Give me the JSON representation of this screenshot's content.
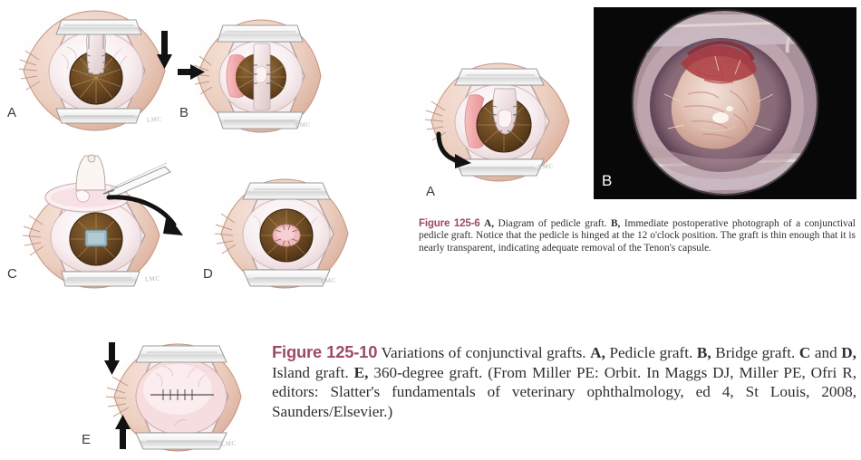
{
  "page": {
    "background": "#ffffff",
    "figure_label_color": "#9d4b62",
    "body_text_color": "#2f2f2f"
  },
  "figures": [
    {
      "id": "figure-125-6",
      "label": "Figure 125-6",
      "caption_runs": [
        {
          "text": "A,",
          "bold": true
        },
        {
          "text": " Diagram of pedicle graft. ",
          "bold": false
        },
        {
          "text": "B,",
          "bold": true
        },
        {
          "text": " Immediate postoperative photograph of a conjunctival pedicle graft. Notice that the pedicle is hinged at the 12 o'clock position. The graft is thin enough that it is nearly transparent, indicating adequate removal of the Tenon's capsule.",
          "bold": false
        }
      ],
      "caption_plain": "A, Diagram of pedicle graft. B, Immediate postoperative photograph of a conjunctival pedicle graft. Notice that the pedicle is hinged at the 12 o'clock position. The graft is thin enough that it is nearly transparent, indicating adequate removal of the Tenon's capsule.",
      "panels": [
        {
          "letter": "A",
          "kind": "illustration",
          "description": "pedicle graft diagram with eyelid speculum, brown iris, pale graft strip and curved arrow"
        },
        {
          "letter": "B",
          "kind": "photograph",
          "description": "intraoperative photograph of conjunctival pedicle graft on canine eye"
        }
      ]
    },
    {
      "id": "figure-125-10",
      "label": "Figure 125-10",
      "caption_runs": [
        {
          "text": " Variations of conjunctival grafts. ",
          "bold": false
        },
        {
          "text": "A,",
          "bold": true
        },
        {
          "text": " Pedicle graft. ",
          "bold": false
        },
        {
          "text": "B,",
          "bold": true
        },
        {
          "text": " Bridge graft. ",
          "bold": false
        },
        {
          "text": "C",
          "bold": true
        },
        {
          "text": " and ",
          "bold": false
        },
        {
          "text": "D,",
          "bold": true
        },
        {
          "text": " Island graft. ",
          "bold": false
        },
        {
          "text": "E,",
          "bold": true
        },
        {
          "text": " 360-degree graft. (From Miller PE: Orbit. In Maggs DJ, Miller PE, Ofri R, editors: Slatter's fundamentals of veterinary ophthalmology, ed 4, St Louis, 2008, Saunders/Elsevier.)",
          "bold": false
        }
      ],
      "caption_plain": "Variations of conjunctival grafts. A, Pedicle graft. B, Bridge graft. C and D, Island graft. E, 360-degree graft. (From Miller PE: Orbit. In Maggs DJ, Miller PE, Ofri R, editors: Slatter's fundamentals of veterinary ophthalmology, ed 4, St Louis, 2008, Saunders/Elsevier.)",
      "panels": [
        {
          "letter": "A",
          "kind": "illustration",
          "description": "pedicle graft, straight down arrow at right"
        },
        {
          "letter": "B",
          "kind": "illustration",
          "description": "bridge graft, arrow pointing right into medial canthus"
        },
        {
          "letter": "C",
          "kind": "illustration",
          "description": "island graft harvest with forceps and curved transfer arrow"
        },
        {
          "letter": "D",
          "kind": "illustration",
          "description": "island graft sutured onto cornea"
        },
        {
          "letter": "E",
          "kind": "illustration",
          "description": "360-degree graft with opposing vertical arrows"
        }
      ]
    }
  ],
  "artist_signature": "LMC"
}
